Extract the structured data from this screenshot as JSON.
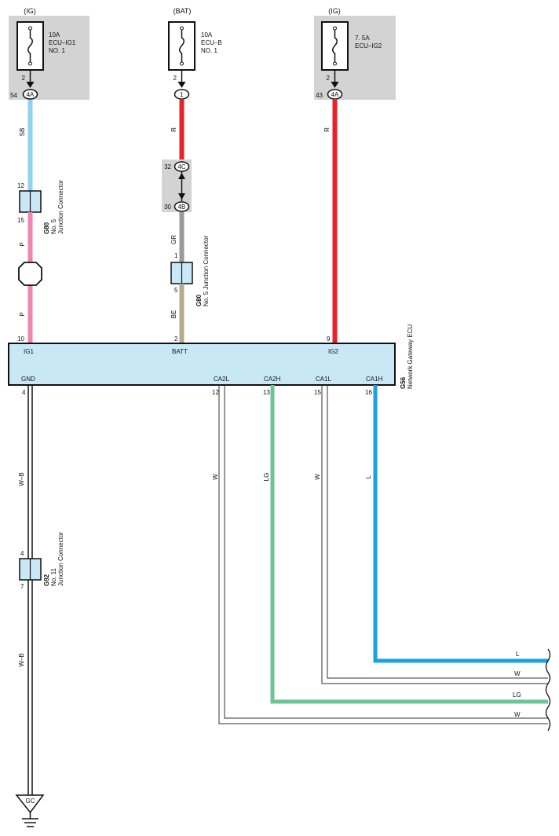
{
  "colors": {
    "sb": "#8fd3ee",
    "pink": "#ef86b1",
    "red": "#e8222b",
    "gray": "#9a9a9a",
    "beige": "#b7a98f",
    "green": "#6dc496",
    "blue": "#1aa0e4",
    "ecu_fill": "#c8e8f6",
    "fuse_bg": "#d3d3d4"
  },
  "fuses": [
    {
      "source": "(IG)",
      "rating": "10A",
      "name": "ECU–IG1",
      "sub": "NO. 1",
      "pin": "2",
      "conn_pin": "54",
      "conn": "4A"
    },
    {
      "source": "(BAT)",
      "rating": "10A",
      "name": "ECU–B",
      "sub": "NO. 1",
      "pin": "2",
      "conn": "1"
    },
    {
      "source": "(IG)",
      "rating": "7. 5A",
      "name": "ECU–IG2",
      "pin": "2",
      "conn_pin": "43",
      "conn": "4A"
    }
  ],
  "wires": {
    "ig1_top": "SB",
    "ig1_mid": "P",
    "ig1_bot": "P",
    "batt_top": "R",
    "batt_mid": "GR",
    "batt_bot": "BE",
    "ig2": "R",
    "gnd_top": "W–B",
    "gnd_bot": "W–B",
    "ca2l": "W",
    "ca2h": "LG",
    "ca1l": "W",
    "ca1h": "L"
  },
  "inline_connectors": {
    "upper": {
      "pin_top": "32",
      "code_top": "4C",
      "pin_bot": "30",
      "code_bot": "4B"
    }
  },
  "junctions": [
    {
      "id": "G80",
      "name": "No. 5",
      "desc": "Junction Connector",
      "pin_top": "12",
      "pin_bot": "15"
    },
    {
      "id": "G80",
      "name": "No. 5 Junction Connector",
      "pin_top": "1",
      "pin_bot": "5"
    },
    {
      "id": "G92",
      "name": "No. 11",
      "desc": "Junction Connector",
      "pin_top": "4",
      "pin_bot": "7"
    }
  ],
  "ecu": {
    "id": "G56",
    "name": "Network Gateway ECU",
    "top_pins": [
      {
        "pin": "10",
        "label": "IG1"
      },
      {
        "pin": "2",
        "label": "BATT"
      },
      {
        "pin": "9",
        "label": "IG2"
      }
    ],
    "bottom_pins": [
      {
        "pin": "4",
        "label": "GND"
      },
      {
        "pin": "12",
        "label": "CA2L"
      },
      {
        "pin": "13",
        "label": "CA2H"
      },
      {
        "pin": "15",
        "label": "CA1L"
      },
      {
        "pin": "16",
        "label": "CA1H"
      }
    ]
  },
  "right_labels": [
    "L",
    "W",
    "LG",
    "W"
  ],
  "ground": "GC"
}
